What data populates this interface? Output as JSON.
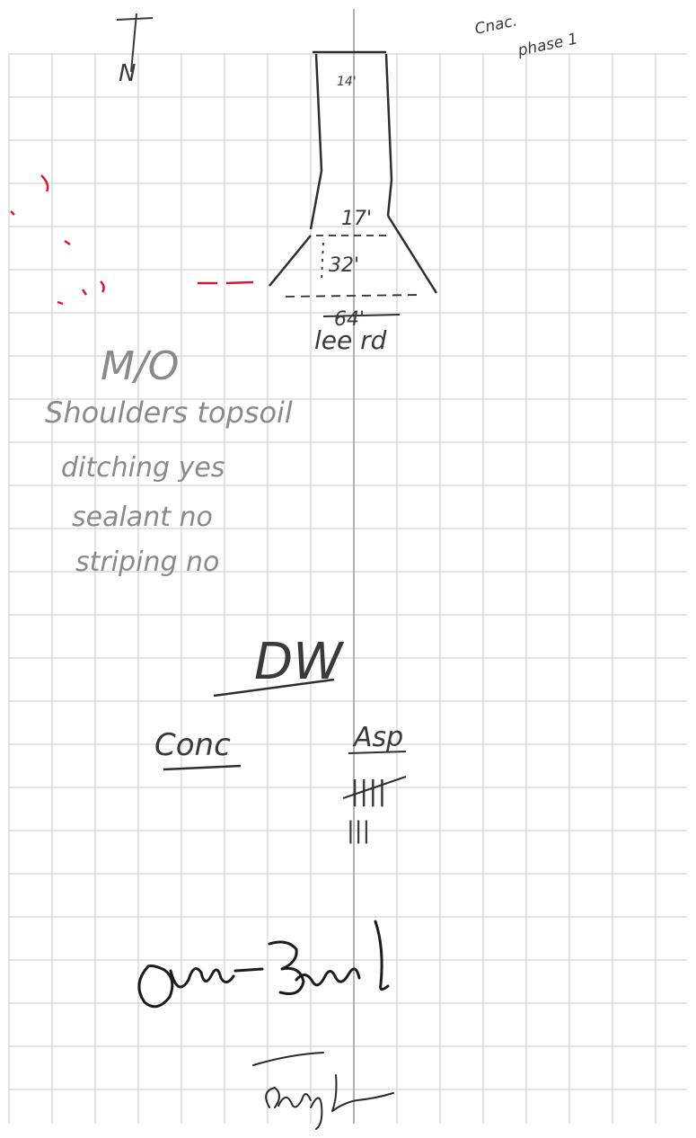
{
  "header": {
    "note_line1": "Cnac.",
    "note_line2": "phase 1"
  },
  "north_arrow": {
    "label": "N"
  },
  "road_diagram": {
    "width_top": "14'",
    "width_mid": "17'",
    "width_flare": "32'",
    "width_base": "64'",
    "road_name": "lee rd"
  },
  "notes": {
    "heading": "M/O",
    "lines": [
      "Shoulders topsoil",
      "ditching yes",
      "sealant no",
      "striping no"
    ]
  },
  "dw": {
    "label": "DW"
  },
  "tally": {
    "conc_label": "Conc",
    "asp_label": "Asp",
    "asp_marks_group": "||||",
    "asp_marks_extra": "|||"
  },
  "signatures": {
    "primary": "Adrian Spell",
    "secondary": "dwight"
  },
  "colors": {
    "grid": "#c9c9c9",
    "grid_center": "#9a9a9a",
    "ink": "#3a3a3a",
    "pencil": "#8a8a8a",
    "red_marks": "#d9163c"
  }
}
